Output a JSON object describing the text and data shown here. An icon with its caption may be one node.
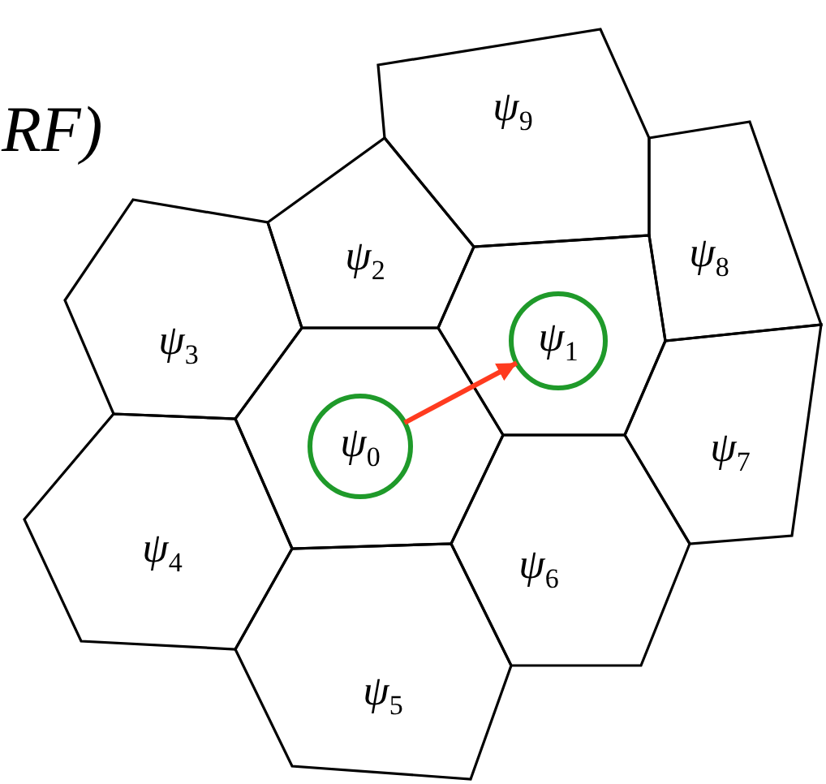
{
  "diagram": {
    "nodes": [
      {
        "text": [
          "ψ$_{9}$"
        ]
      },
      {
        "text": [
          "ψ$_{2}$"
        ]
      },
      {
        "text": [
          "ψ$_{8}$"
        ]
      },
      {
        "text": [
          "ψ$_{3}$"
        ]
      },
      {
        "text": [],
        "shape": "polygon"
      },
      {
        "text": [
          "ψ$_{1}$"
        ],
        "in": 4
      },
      {
        "text": [],
        "shape": "polygon"
      },
      {
        "text": [
          "ψ$_{0}$"
        ],
        "in": 6
      },
      {
        "text": [
          "ψ$_{7}$"
        ]
      },
      {
        "text": [
          "ψ$_{4}$"
        ]
      },
      {
        "text": [
          "ψ$_{6}$"
        ]
      },
      {
        "text": [
          "ψ$_{5}$"
        ]
      }
    ],
    "edges": [
      {
        "from": 7,
        "to": 5,
        "arrow": "to",
        "color": "#ff3b1f"
      }
    ],
    "labels": [
      "RF)"
    ]
  }
}
